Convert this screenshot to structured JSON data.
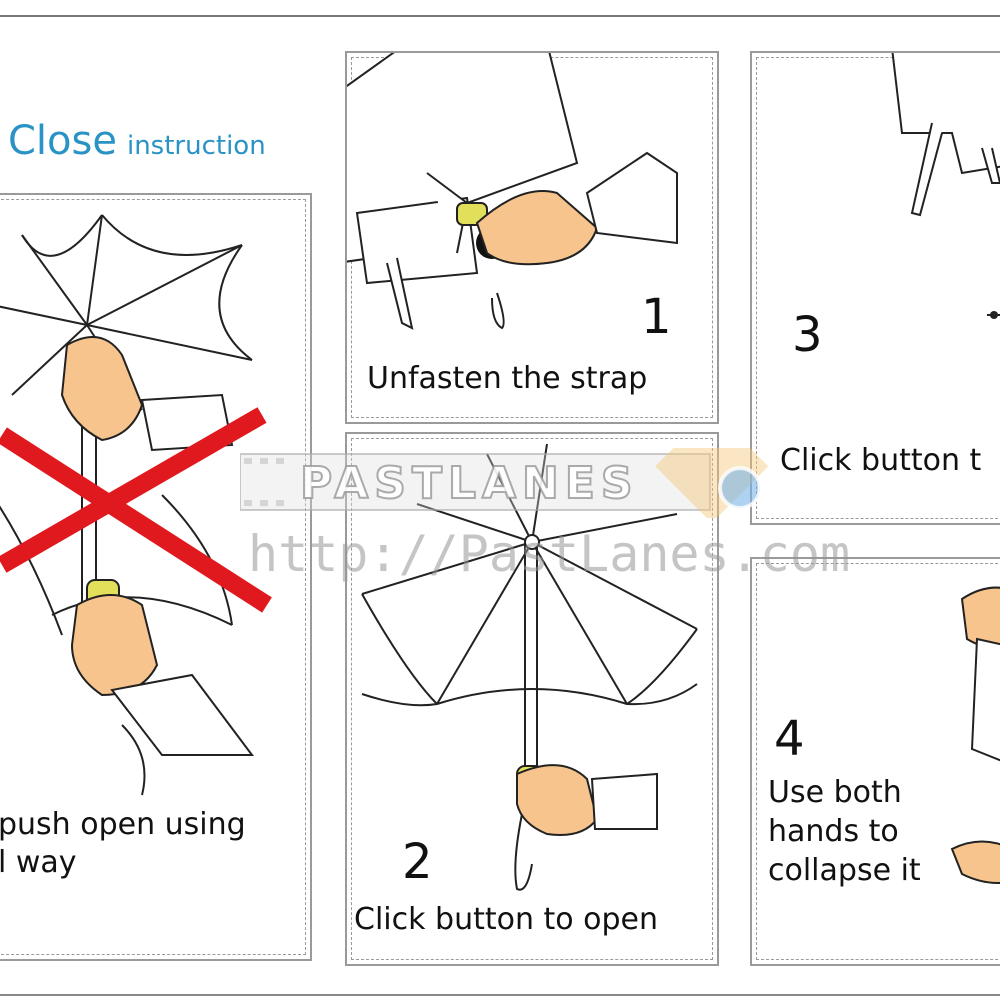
{
  "header": {
    "title_main": "Close",
    "title_sub": "instruction"
  },
  "panels": {
    "intro": {
      "caption_line1": "push open using",
      "caption_line2": "l way"
    },
    "step1": {
      "number": "1",
      "caption": "Unfasten the strap"
    },
    "step2": {
      "number": "2",
      "caption": "Click button to open"
    },
    "step3": {
      "number": "3",
      "caption": "Click button t"
    },
    "step4": {
      "number": "4",
      "caption_line1": "Use both",
      "caption_line2": "hands to",
      "caption_line3": "collapse it"
    }
  },
  "watermark": {
    "brand": "PASTLANES",
    "url": "http://PastLanes.com"
  },
  "colors": {
    "title": "#2a93c5",
    "cross": "#e0191e",
    "skin": "#f6c48c",
    "button": "#e2e05a"
  }
}
